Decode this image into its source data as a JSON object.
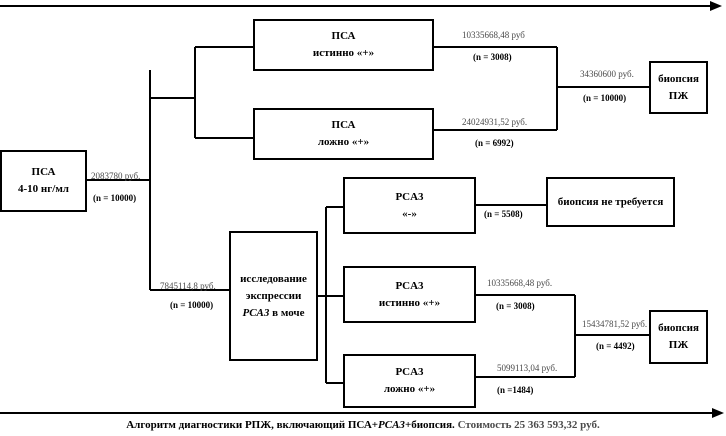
{
  "nodes": {
    "psa_start": {
      "line1": "ПСА",
      "line2": "4-10 нг/мл"
    },
    "psa_true": {
      "line1": "ПСА",
      "line2": "истинно «+»"
    },
    "psa_false": {
      "line1": "ПСА",
      "line2": "ложно «+»"
    },
    "biopsy_1": {
      "line1": "биопсия",
      "line2": "ПЖ"
    },
    "pca3_test": {
      "line1": "исследование",
      "line2": "экспрессии",
      "line3_italic": "PCA3",
      "line3_rest": " в моче"
    },
    "pca3_neg": {
      "line1": "PCA3",
      "line2": "«-»"
    },
    "no_biopsy": {
      "line1": "биопсия не требуется"
    },
    "pca3_true": {
      "line1": "PCA3",
      "line2": "истинно «+»"
    },
    "pca3_false": {
      "line1": "PCA3",
      "line2": "ложно «+»"
    },
    "biopsy_2": {
      "line1": "биопсия",
      "line2": "ПЖ"
    }
  },
  "labels": {
    "start_cost": "2083780 руб.",
    "start_n": "(n = 10000)",
    "psa_true_cost": "10335668,48 руб",
    "psa_true_n": "(n = 3008)",
    "psa_false_cost": "24024931,52 руб.",
    "psa_false_n": "(n = 6992)",
    "biopsy1_cost": "34360600 руб.",
    "biopsy1_n": "(n = 10000)",
    "pca3_cost": "7845114,8 руб.",
    "pca3_n": "(n = 10000)",
    "pca3_neg_n": "(n = 5508)",
    "pca3_true_cost": "10335668,48 руб.",
    "pca3_true_n": "(n = 3008)",
    "pca3_false_cost": "5099113,04 руб.",
    "pca3_false_n": "(n =1484)",
    "biopsy2_cost": "15434781,52 руб.",
    "biopsy2_n": "(n = 4492)"
  },
  "caption": {
    "part1": "Алгоритм диагностики РПЖ, включающий ПСА+",
    "part2_italic": "PCA3",
    "part3": "+биопсия. ",
    "part4_cost": "Стоимость 25 363 593,32 руб."
  }
}
